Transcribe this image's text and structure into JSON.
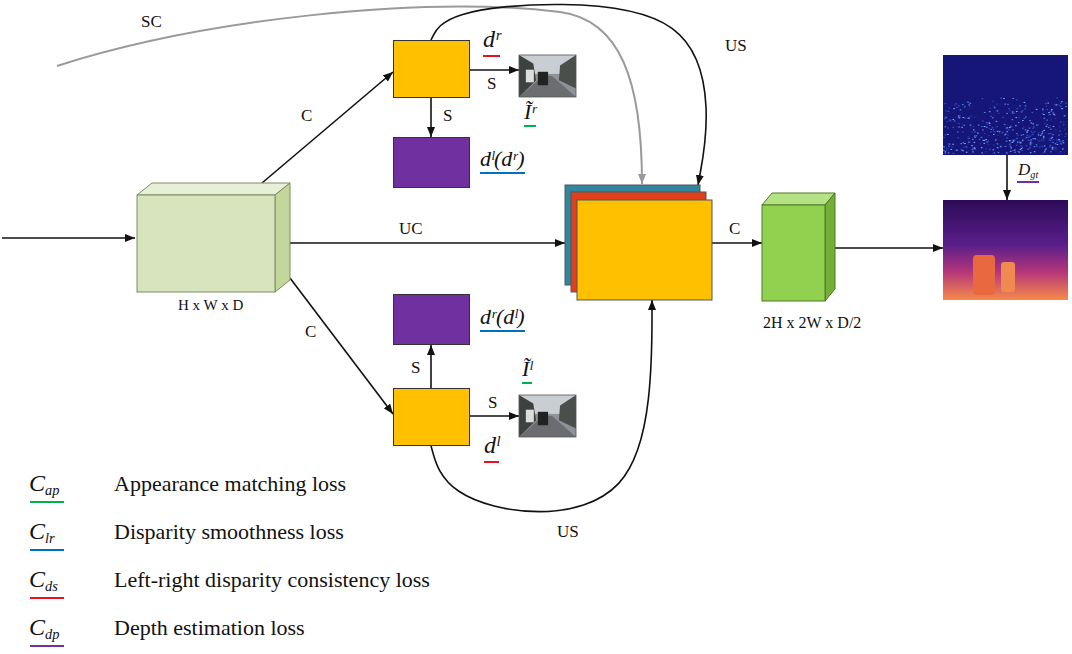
{
  "diagram": {
    "nodes": [
      {
        "text": [
          "H x W x D"
        ]
      },
      {
        "text": [
          "dʳ"
        ]
      },
      {
        "text": [
          "Ĩʳ"
        ]
      },
      {
        "text": [
          "dˡ(dʳ)"
        ]
      },
      {
        "text": []
      },
      {
        "text": [
          "dʳ(dˡ)"
        ]
      },
      {
        "text": [
          "dˡ"
        ]
      },
      {
        "text": [
          "Ĩˡ"
        ]
      },
      {
        "text": [
          "2H x 2W x D/2"
        ]
      },
      {
        "text": []
      },
      {
        "text": []
      }
    ],
    "edges": [
      {
        "from": 0,
        "to": 1,
        "label": "C",
        "arrow": "to"
      },
      {
        "from": 0,
        "to": 4,
        "label": "UC",
        "arrow": "to"
      },
      {
        "from": 0,
        "to": 6,
        "label": "C",
        "arrow": "to"
      },
      {
        "from": 1,
        "to": 2,
        "label": "S",
        "arrow": "to"
      },
      {
        "from": 1,
        "to": 3,
        "label": "S",
        "arrow": "to"
      },
      {
        "from": 1,
        "to": 4,
        "label": "US",
        "arrow": "to"
      },
      {
        "from": 6,
        "to": 5,
        "label": "S",
        "arrow": "to"
      },
      {
        "from": 6,
        "to": 7,
        "label": "S",
        "arrow": "to"
      },
      {
        "from": 6,
        "to": 4,
        "label": "US",
        "arrow": "to"
      },
      {
        "from": 4,
        "to": 8,
        "label": "C",
        "arrow": "to"
      },
      {
        "from": 8,
        "to": 10,
        "arrow": "to"
      },
      {
        "from": 9,
        "to": 10,
        "label": "Dgt",
        "arrow": "to"
      }
    ],
    "labels": [
      "SC",
      "Cap",
      "Clr",
      "Cds",
      "Cdp"
    ],
    "legend": [
      {
        "text": "Appearance matching loss",
        "color": "#00b050"
      },
      {
        "text": "Disparity smoothness loss",
        "color": "#0070c0"
      },
      {
        "text": "Left-right disparity consistency loss",
        "color": "#e8121e"
      },
      {
        "text": "Depth estimation loss",
        "color": "#7030a0"
      }
    ]
  }
}
